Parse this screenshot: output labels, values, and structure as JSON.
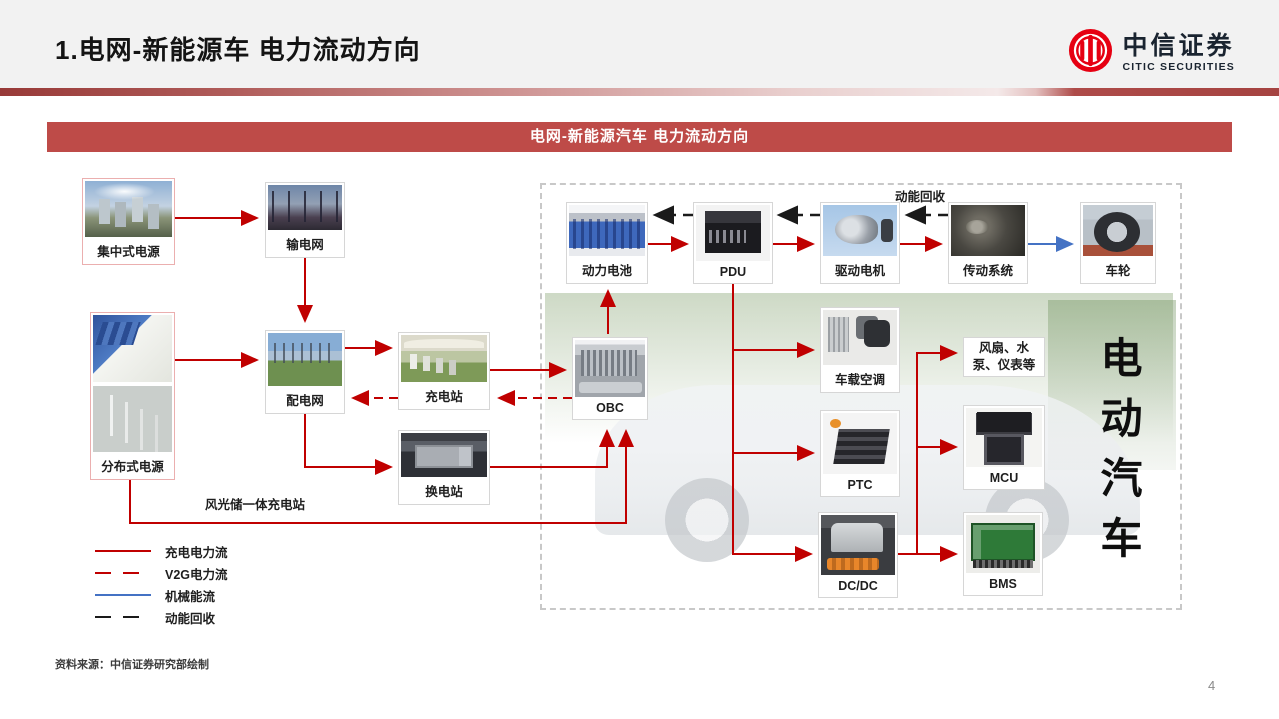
{
  "header": {
    "title": "1.电网-新能源车 电力流动方向",
    "logo_cn": "中信证券",
    "logo_en": "CITIC SECURITIES"
  },
  "banner": {
    "title": "电网-新能源汽车 电力流动方向"
  },
  "diagram": {
    "nodes": {
      "centralized": {
        "label": "集中式电源"
      },
      "transmission": {
        "label": "输电网"
      },
      "distribution": {
        "label": "配电网"
      },
      "charging": {
        "label": "充电站"
      },
      "swap": {
        "label": "换电站"
      },
      "distributed": {
        "label": "分布式电源"
      },
      "battery": {
        "label": "动力电池"
      },
      "pdu": {
        "label": "PDU"
      },
      "motor": {
        "label": "驱动电机"
      },
      "drivetrain": {
        "label": "传动系统"
      },
      "wheel": {
        "label": "车轮"
      },
      "obc": {
        "label": "OBC"
      },
      "ac": {
        "label": "车载空调"
      },
      "ptc": {
        "label": "PTC"
      },
      "dcdc": {
        "label": "DC/DC"
      },
      "accessories": {
        "label": "风扇、水泵、仪表等"
      },
      "mcu": {
        "label": "MCU"
      },
      "bms": {
        "label": "BMS"
      }
    },
    "annotations": {
      "kinetic_recovery": "动能回收",
      "integrated_station": "风光储一体充电站",
      "ev_vertical": "电动汽车"
    },
    "legend": [
      {
        "label": "充电电力流",
        "style": "red-solid",
        "color": "#C00000"
      },
      {
        "label": "V2G电力流",
        "style": "red-dashed",
        "color": "#C00000"
      },
      {
        "label": "机械能流",
        "style": "blue-solid",
        "color": "#4472C4"
      },
      {
        "label": "动能回收",
        "style": "black-dashed",
        "color": "#1A1A1A"
      }
    ],
    "colors": {
      "banner": "#BE4B48",
      "charge_flow": "#C00000",
      "mech_flow": "#4472C4",
      "kinetic_flow": "#1A1A1A"
    }
  },
  "footer": {
    "source": "资料来源：中信证券研究部绘制",
    "page": "4"
  }
}
